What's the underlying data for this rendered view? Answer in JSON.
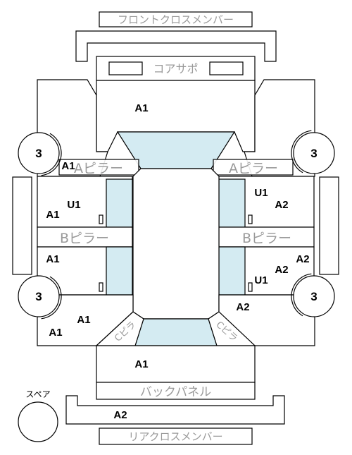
{
  "parts": {
    "front_cross_member": "フロントクロスメンバー",
    "core_support": "コアサポ",
    "a_pillar_left": "Aピラー",
    "a_pillar_right": "Aピラー",
    "b_pillar_left": "Bピラー",
    "b_pillar_right": "Bピラー",
    "back_panel": "バックパネル",
    "rear_cross_member": "リアクロスメンバー",
    "spare": "スペア",
    "c_pillar_left": "Cピラ",
    "c_pillar_right": "Cピラ"
  },
  "grades": {
    "hood": "A1",
    "left_front_fender": "A1",
    "left_front_door_u": "U1",
    "left_front_door_a": "A1",
    "left_rear_door": "A1",
    "left_rear_quarter_upper": "A1",
    "left_rear_quarter_lower": "A1",
    "right_front_door_u": "U1",
    "right_front_door_a": "A2",
    "right_rear_door_a": "A2",
    "right_rear_door_u": "U1",
    "right_rear_quarter_a": "A2",
    "right_rear_quarter_lower": "A2",
    "trunk": "A1",
    "rear_bumper": "A2"
  },
  "wheels": {
    "front_left": "3",
    "front_right": "3",
    "rear_left": "3",
    "rear_right": "3"
  }
}
